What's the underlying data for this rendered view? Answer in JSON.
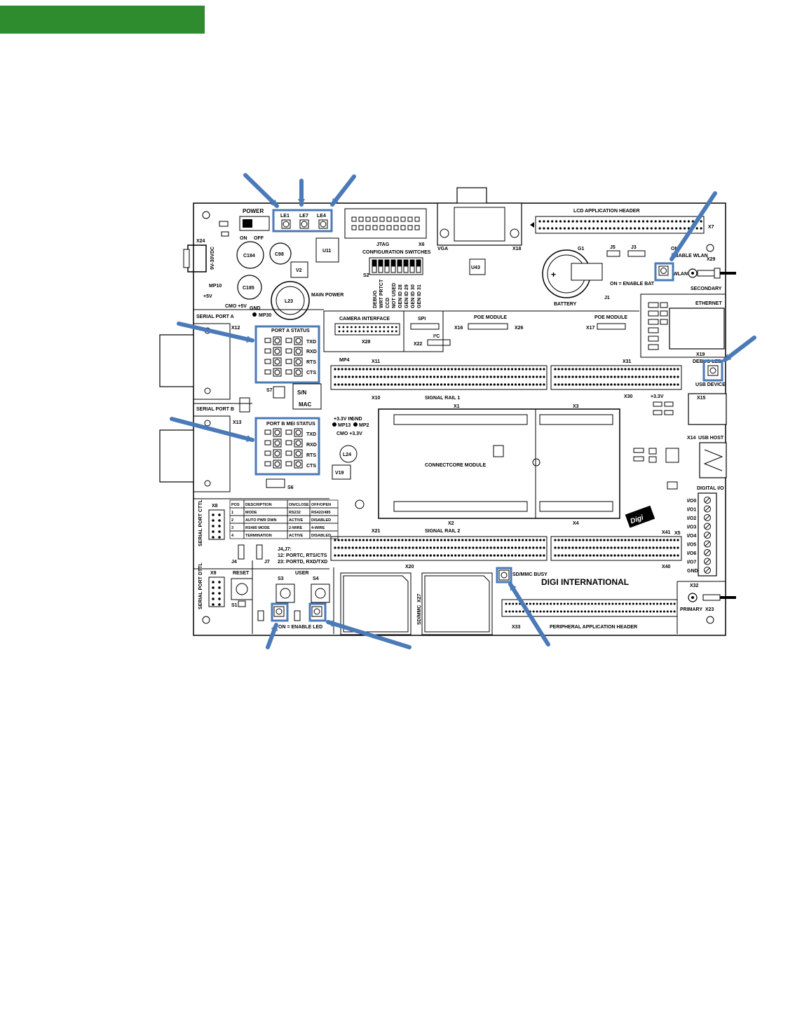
{
  "colors": {
    "header_bar": "#2e8b2e",
    "highlight": "#4a7ab8",
    "board_line": "#000000"
  },
  "board": {
    "power": "POWER",
    "on": "ON",
    "off": "OFF",
    "le1": "LE1",
    "le7": "LE7",
    "le4": "LE4",
    "jtag": "JTAG",
    "vga": "VGA",
    "lcd_header": "LCD APPLICATION HEADER",
    "config_switches": "CONFIGURATION SWITCHES",
    "config_cols": [
      "DEBUG",
      "WRT PRTCT",
      "CCD",
      "NOT USED",
      "GEN ID 28",
      "GEN ID 29",
      "GEN ID 30",
      "GEN ID 31"
    ],
    "main_power": "MAIN POWER",
    "battery": "BATTERY",
    "enable_bat": "ON = ENABLE BAT",
    "enable_wlan": "ENABLE WLAN",
    "wlan": "WLAN",
    "secondary": "SECONDARY",
    "ethernet": "ETHERNET",
    "vin": "9V-30VDC",
    "gnd": "GND",
    "cmo5v": "CMO +5V",
    "mp10": "MP10",
    "plus5v": "+5V",
    "mp30": "MP30",
    "serial_port_a": "SERIAL PORT A",
    "serial_port_b": "SERIAL PORT B",
    "port_a_status": "PORT A STATUS",
    "port_b_status": "PORT B MEI STATUS",
    "txd": "TXD",
    "rxd": "RXD",
    "rts": "RTS",
    "cts": "CTS",
    "camera_interface": "CAMERA INTERFACE",
    "spi": "SPI",
    "i2c": "I²C",
    "poe_module": "POE MODULE",
    "signal_rail_1": "SIGNAL RAIL 1",
    "signal_rail_2": "SIGNAL RAIL 2",
    "connectcore": "CONNECTCORE MODULE",
    "debug_led": "DEBUG LED",
    "usb_device": "USB DEVICE",
    "usb_host": "USB HOST",
    "digital_io": "DIGITAL I/O",
    "io_labels": [
      "I/O0",
      "I/O1",
      "I/O2",
      "I/O3",
      "I/O4",
      "I/O5",
      "I/O6",
      "I/O7",
      "GND"
    ],
    "sn": "S/N",
    "mac": "MAC",
    "plus33v_in": "+3.3V IN",
    "mp13": "MP13",
    "mp2": "MP2",
    "cmo33v": "CMO +3.3V",
    "plus33v": "+3.3V",
    "serial_port_cttl": "SERIAL PORT CTTL",
    "serial_port_dttl": "SERIAL PORT DTTL",
    "table_header": [
      "POS",
      "DESCRIPTION",
      "ON/CLOSE",
      "OFF/OPEN"
    ],
    "table_rows": [
      [
        "1",
        "MODE",
        "RS232",
        "RS422/485"
      ],
      [
        "2",
        "AUTO PWR DWN",
        "ACTIVE",
        "DISABLED"
      ],
      [
        "3",
        "RS485 MODE",
        "2-WIRE",
        "4-WIRE"
      ],
      [
        "4",
        "TERMINATION",
        "ACTIVE",
        "DISABLED"
      ]
    ],
    "jj7": "J4,J7:",
    "jj7_line1": "12: PORTC, RTS/CTS",
    "jj7_line2": "23: PORTD, RXD/TXD",
    "reset": "RESET",
    "user": "USER",
    "enable_led": "ON = ENABLE LED",
    "sd_mmc_busy": "SD/MMC BUSY",
    "digi_international": "DIGI INTERNATIONAL",
    "digi": "Digi",
    "primary": "PRIMARY",
    "peripheral_header": "PERIPHERAL APPLICATION HEADER",
    "sd_mmc": "SD/MMC",
    "refs": {
      "x24": "X24",
      "x7": "X7",
      "x8": "X8",
      "x18": "X18",
      "x29": "X29",
      "x19": "X19",
      "x12": "X12",
      "x13": "X13",
      "x10": "X10",
      "x11": "X11",
      "x28": "X28",
      "x16": "X16",
      "x22": "X22",
      "x26": "X26",
      "x17": "X17",
      "x30": "X30",
      "x31": "X31",
      "x15": "X15",
      "x14": "X14",
      "x1": "X1",
      "x3": "X3",
      "x2": "X2",
      "x4": "X4",
      "x5": "X5",
      "x21": "X21",
      "x20": "X20",
      "x40": "X40",
      "x41": "X41",
      "x9": "X9",
      "x6": "X6",
      "x27": "X27",
      "x33": "X33",
      "x32": "X32",
      "x23": "X23",
      "g1": "G1",
      "j1": "J1",
      "j3": "J3",
      "j5": "J5",
      "j4": "J4",
      "j7": "J7",
      "s1": "S1",
      "s3": "S3",
      "s4": "S4",
      "s6": "S6",
      "s2": "S2",
      "s7": "S7",
      "u11": "U11",
      "u43": "U43",
      "v2": "V2",
      "c184": "C184",
      "c98": "C98",
      "c185": "C185",
      "l23": "L23",
      "mp4": "MP4",
      "l24": "L24",
      "v19": "V19"
    }
  }
}
